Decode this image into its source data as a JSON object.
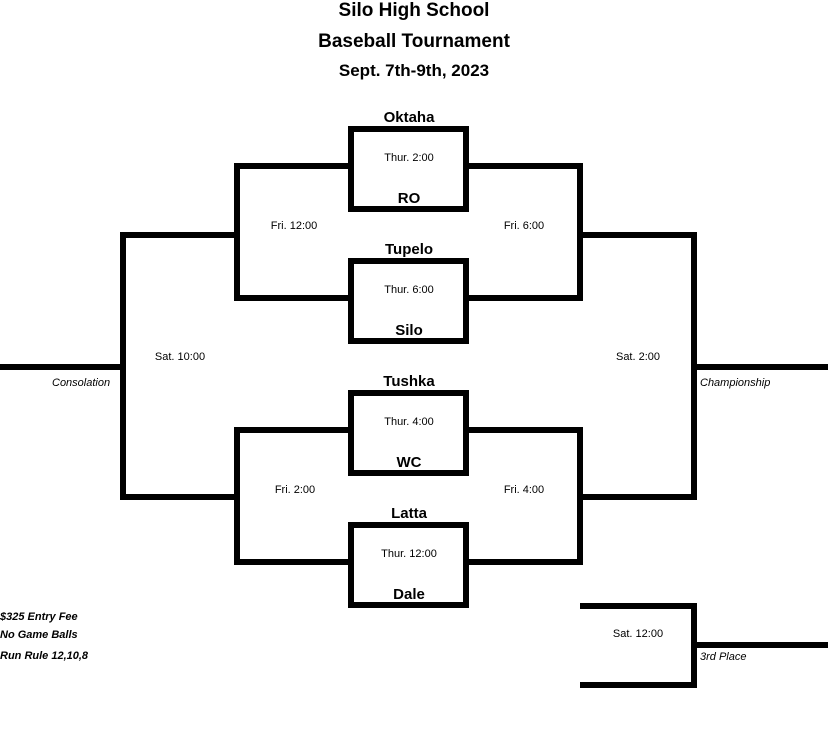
{
  "header": {
    "line1": "Silo High School",
    "line2": "Baseball Tournament",
    "line3": "Sept. 7th-9th, 2023"
  },
  "games": {
    "g1": {
      "top_team": "Oktaha",
      "bottom_team": "RO",
      "time": "Thur. 2:00"
    },
    "g2": {
      "top_team": "Tupelo",
      "bottom_team": "Silo",
      "time": "Thur. 6:00"
    },
    "g3": {
      "top_team": "Tushka",
      "bottom_team": "WC",
      "time": "Thur. 4:00"
    },
    "g4": {
      "top_team": "Latta",
      "bottom_team": "Dale",
      "time": "Thur. 12:00"
    },
    "fri_left_top": "Fri. 12:00",
    "fri_right_top": "Fri. 6:00",
    "fri_left_bottom": "Fri. 2:00",
    "fri_right_bottom": "Fri. 4:00",
    "sat_left": "Sat. 10:00",
    "sat_right": "Sat. 2:00",
    "sat_third": "Sat. 12:00"
  },
  "labels": {
    "consolation": "Consolation",
    "championship": "Championship",
    "third_place": "3rd Place"
  },
  "notes": [
    "$325 Entry Fee",
    "No Game Balls",
    "Run Rule 12,10,8"
  ]
}
